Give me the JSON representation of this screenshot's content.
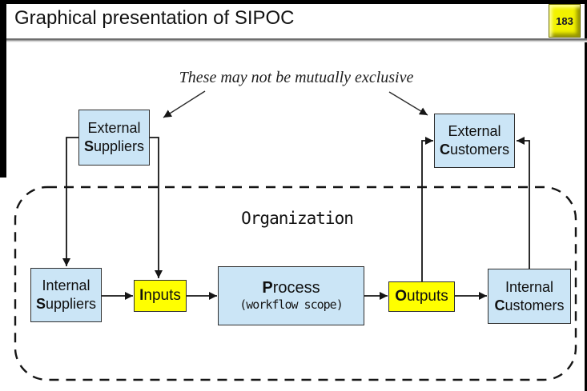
{
  "header": {
    "title": "Graphical presentation of SIPOC",
    "page_number": "183"
  },
  "annotation": {
    "text": "These may not be mutually exclusive"
  },
  "organization_label": "Organization",
  "boxes": {
    "external_suppliers": {
      "line1": "External",
      "bold": "S",
      "rest": "uppliers"
    },
    "external_customers": {
      "line1": "External",
      "bold": "C",
      "rest": "ustomers"
    },
    "internal_suppliers": {
      "line1": "Internal",
      "bold": "S",
      "rest": "uppliers"
    },
    "internal_customers": {
      "line1": "Internal",
      "bold": "C",
      "rest": "ustomers"
    },
    "inputs": {
      "bold": "I",
      "rest": "nputs"
    },
    "outputs": {
      "bold": "O",
      "rest": "utputs"
    },
    "process": {
      "bold": "P",
      "rest": "rocess",
      "subtitle": "(workflow scope)"
    }
  },
  "colors": {
    "box_blue": "#cbe5f6",
    "box_yellow": "#ffff00",
    "badge_yellow": "#f2f200",
    "line_black": "#151515"
  }
}
